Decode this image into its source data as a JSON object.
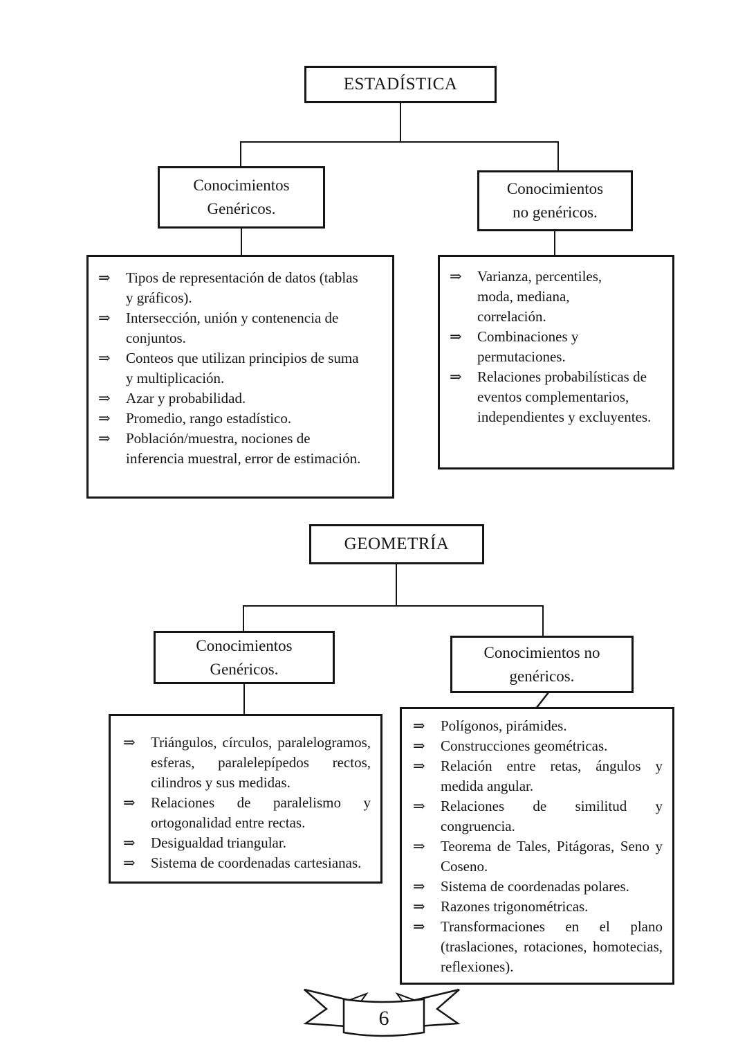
{
  "bullet": "⇒",
  "colors": {
    "background": "#ffffff",
    "border": "#151515",
    "text": "#151515"
  },
  "statistics": {
    "title": "ESTADÍSTICA",
    "generic": {
      "label_line1": "Conocimientos",
      "label_line2": "Genéricos.",
      "items": [
        "Tipos de representación de datos (tablas y gráficos).",
        "Intersección, unión y contenencia de conjuntos.",
        "Conteos que utilizan principios de suma y multiplicación.",
        "Azar y probabilidad.",
        "Promedio, rango estadístico.",
        "Población/muestra, nociones de inferencia muestral, error de estimación."
      ]
    },
    "non_generic": {
      "label_line1": "Conocimientos",
      "label_line2": "no genéricos.",
      "items": [
        "Varianza, percentiles, moda, mediana, correlación.",
        "Combinaciones y permutaciones.",
        "Relaciones probabilísticas de eventos complementarios, independientes y excluyentes."
      ]
    }
  },
  "geometry": {
    "title": "GEOMETRÍA",
    "generic": {
      "label_line1": "Conocimientos",
      "label_line2": "Genéricos.",
      "items": [
        "Triángulos, círculos, paralelogramos, esferas, paralelepípedos rectos, cilindros y sus medidas.",
        "Relaciones de paralelismo y ortogonalidad entre rectas.",
        "Desigualdad triangular.",
        "Sistema de coordenadas cartesianas."
      ]
    },
    "non_generic": {
      "label_line1": "Conocimientos no",
      "label_line2": "genéricos.",
      "items": [
        "Polígonos, pirámides.",
        "Construcciones geométricas.",
        "Relación entre retas, ángulos y medida angular.",
        "Relaciones de similitud y congruencia.",
        "Teorema de Tales, Pitágoras, Seno y Coseno.",
        "Sistema de coordenadas polares.",
        "Razones trigonométricas.",
        "Transformaciones en el plano (traslaciones, rotaciones, homotecias, reflexiones)."
      ]
    }
  },
  "footer": {
    "page_number": "6"
  }
}
